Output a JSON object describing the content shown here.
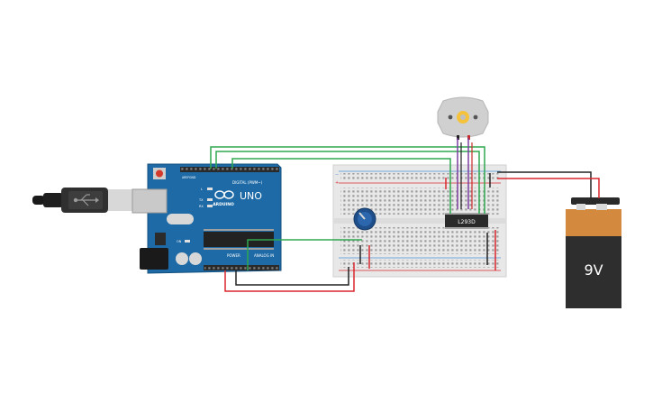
{
  "arduino": {
    "brand": "ARDUINO",
    "model": "UNO",
    "digital_label": "DIGITAL (PWM~)",
    "power_label": "POWER",
    "analog_label": "ANALOG IN",
    "tx_label": "TX",
    "rx_label": "RX",
    "l_label": "L",
    "on_label": "ON",
    "aref_label": "AREF",
    "gnd_label": "GND"
  },
  "chip": {
    "label": "L293D"
  },
  "battery": {
    "label": "9V"
  },
  "colors": {
    "board": "#1d6aa6",
    "wire_green": "#2fa84f",
    "wire_red": "#d9272e",
    "wire_black": "#222222",
    "wire_purple": "#7b3fa0",
    "battery_cap": "#d38a3e",
    "battery_body": "#2e2e2e"
  }
}
